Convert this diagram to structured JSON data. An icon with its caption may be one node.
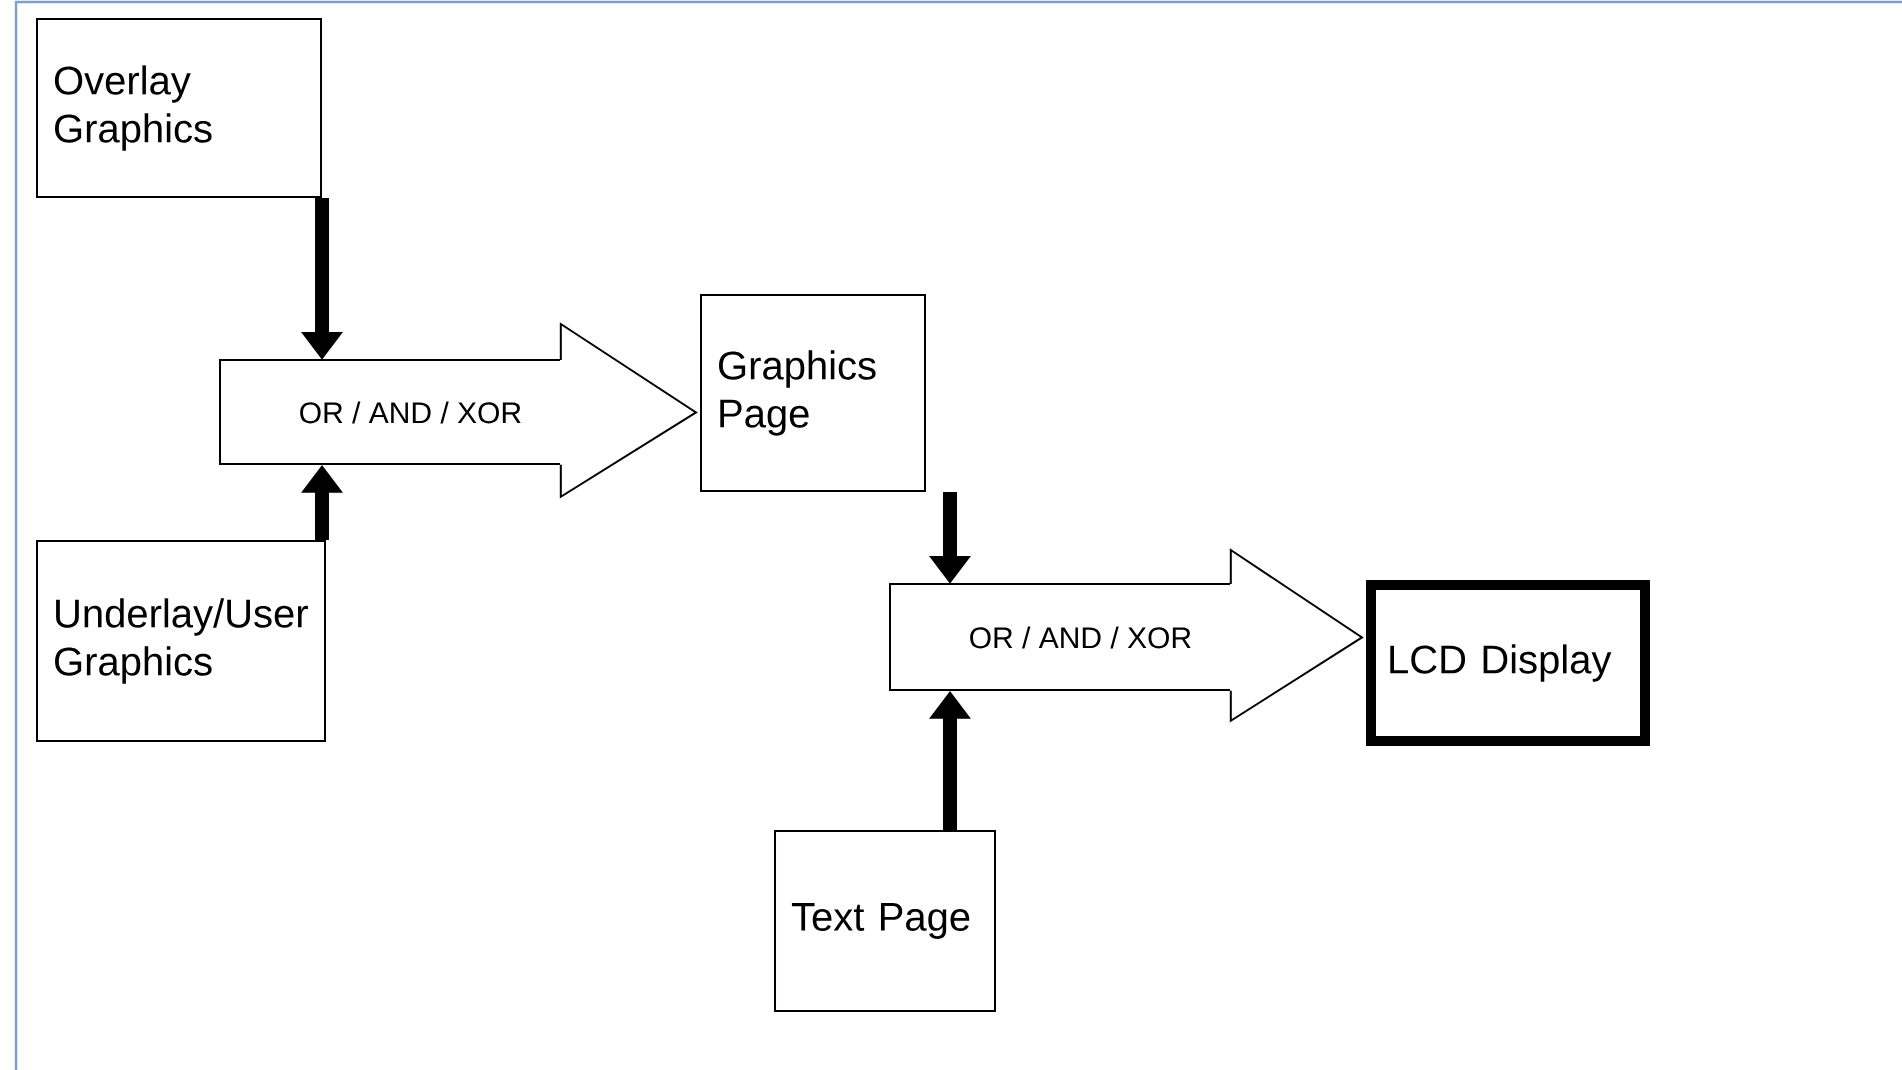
{
  "diagram": {
    "nodes": [
      {
        "text": [
          "Overlay Graphics"
        ]
      },
      {
        "text": [
          "OR / AND / XOR"
        ]
      },
      {
        "text": [
          "Underlay/User Graphics"
        ]
      },
      {
        "text": [
          "Graphics Page"
        ]
      },
      {
        "text": [
          "OR / AND / XOR"
        ]
      },
      {
        "text": [
          "LCD Display"
        ]
      },
      {
        "text": [
          "Text Page"
        ]
      }
    ],
    "edges": [
      {
        "from": 0,
        "to": 1,
        "arrow": "to"
      },
      {
        "from": 2,
        "to": 1,
        "arrow": "to"
      },
      {
        "from": 3,
        "to": 4,
        "arrow": "to"
      },
      {
        "from": 6,
        "to": 4,
        "arrow": "to"
      },
      {
        "from": 1,
        "to": 3,
        "arrow": "to"
      },
      {
        "from": 4,
        "to": 5,
        "arrow": "to"
      }
    ]
  }
}
